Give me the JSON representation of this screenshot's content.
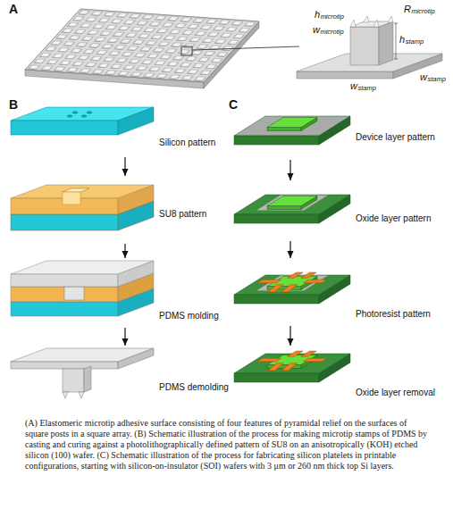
{
  "diagram": {
    "caption": "(A) Elastomeric microtip adhesive surface consisting of four features of pyramidal relief on the surfaces of square posts in a square array. (B) Schematic illustration of the process for making microtip stamps of PDMS by casting and curing against a photolithographically defined pattern of SU8 on an anisotropically (KOH) etched silicon (100) wafer. (C) Schematic illustration of the process for fabricating silicon platelets in printable configurations, starting with silicon-on-insulator (SOI) wafers with 3 μm or 260 nm thick top Si layers.",
    "nodes": [
      {
        "text": [
          "Silicon pattern"
        ]
      },
      {
        "text": [
          "SU8 pattern"
        ]
      },
      {
        "text": [
          "PDMS molding"
        ]
      },
      {
        "text": [
          "PDMS demolding"
        ]
      },
      {
        "text": [
          "Device layer pattern"
        ]
      },
      {
        "text": [
          "Oxide layer pattern"
        ]
      },
      {
        "text": [
          "Photoresist pattern"
        ]
      },
      {
        "text": [
          "Oxide layer removal"
        ]
      }
    ],
    "edges": [
      {
        "from": 0,
        "to": 1,
        "arrow": "to"
      },
      {
        "from": 1,
        "to": 2,
        "arrow": "to"
      },
      {
        "from": 2,
        "to": 3,
        "arrow": "to"
      },
      {
        "from": 4,
        "to": 5,
        "arrow": "to"
      },
      {
        "from": 5,
        "to": 6,
        "arrow": "to"
      },
      {
        "from": 6,
        "to": 7,
        "arrow": "to"
      }
    ],
    "labels": [
      "A",
      "B",
      "C",
      "h",
      "microtip",
      "w",
      "microtip",
      "R",
      "microtip",
      "h",
      "stamp",
      "w",
      "stamp",
      "w",
      "stamp"
    ]
  }
}
